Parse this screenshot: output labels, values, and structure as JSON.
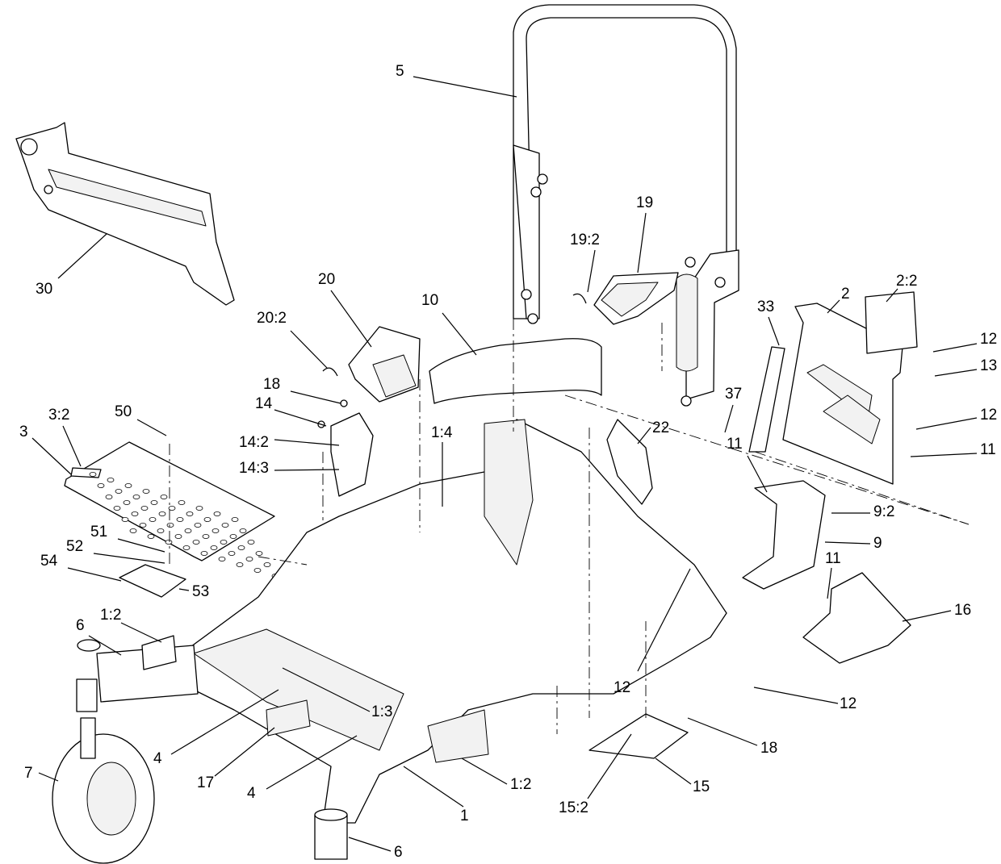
{
  "diagram": {
    "callouts": [
      {
        "id": "c-5",
        "text": "5"
      },
      {
        "id": "c-30",
        "text": "30"
      },
      {
        "id": "c-19",
        "text": "19"
      },
      {
        "id": "c-19-2",
        "text": "19:2"
      },
      {
        "id": "c-20",
        "text": "20"
      },
      {
        "id": "c-20-2",
        "text": "20:2"
      },
      {
        "id": "c-10",
        "text": "10"
      },
      {
        "id": "c-33",
        "text": "33"
      },
      {
        "id": "c-2",
        "text": "2"
      },
      {
        "id": "c-2-2",
        "text": "2:2"
      },
      {
        "id": "c-12a",
        "text": "12"
      },
      {
        "id": "c-13",
        "text": "13"
      },
      {
        "id": "c-12b",
        "text": "12"
      },
      {
        "id": "c-11a",
        "text": "11"
      },
      {
        "id": "c-18a",
        "text": "18"
      },
      {
        "id": "c-37",
        "text": "37"
      },
      {
        "id": "c-14",
        "text": "14"
      },
      {
        "id": "c-14-2",
        "text": "14:2"
      },
      {
        "id": "c-14-3",
        "text": "14:3"
      },
      {
        "id": "c-1-4",
        "text": "1:4"
      },
      {
        "id": "c-22",
        "text": "22"
      },
      {
        "id": "c-11b",
        "text": "11"
      },
      {
        "id": "c-9-2",
        "text": "9:2"
      },
      {
        "id": "c-50",
        "text": "50"
      },
      {
        "id": "c-3-2",
        "text": "3:2"
      },
      {
        "id": "c-3",
        "text": "3"
      },
      {
        "id": "c-9",
        "text": "9"
      },
      {
        "id": "c-11c",
        "text": "11"
      },
      {
        "id": "c-51",
        "text": "51"
      },
      {
        "id": "c-52",
        "text": "52"
      },
      {
        "id": "c-54",
        "text": "54"
      },
      {
        "id": "c-53",
        "text": "53"
      },
      {
        "id": "c-16",
        "text": "16"
      },
      {
        "id": "c-1-2a",
        "text": "1:2"
      },
      {
        "id": "c-6a",
        "text": "6"
      },
      {
        "id": "c-1-3",
        "text": "1:3"
      },
      {
        "id": "c-12c",
        "text": "12"
      },
      {
        "id": "c-12d",
        "text": "12"
      },
      {
        "id": "c-4a",
        "text": "4"
      },
      {
        "id": "c-17",
        "text": "17"
      },
      {
        "id": "c-18b",
        "text": "18"
      },
      {
        "id": "c-7",
        "text": "7"
      },
      {
        "id": "c-1-2b",
        "text": "1:2"
      },
      {
        "id": "c-15",
        "text": "15"
      },
      {
        "id": "c-4b",
        "text": "4"
      },
      {
        "id": "c-1",
        "text": "1"
      },
      {
        "id": "c-15-2",
        "text": "15:2"
      },
      {
        "id": "c-6b",
        "text": "6"
      }
    ]
  }
}
